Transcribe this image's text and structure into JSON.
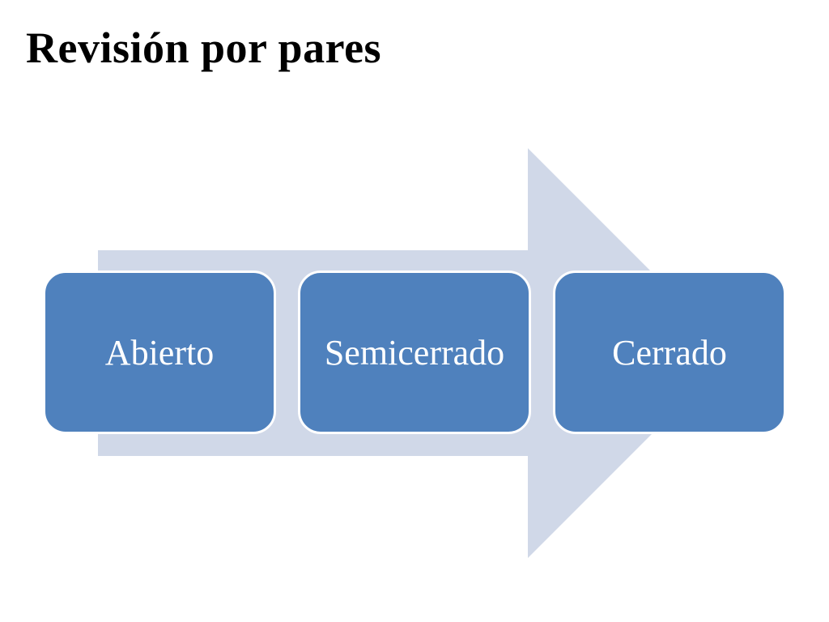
{
  "slide": {
    "title": "Revisión por pares"
  },
  "process": {
    "steps": [
      {
        "label": "Abierto"
      },
      {
        "label": "Semicerrado"
      },
      {
        "label": "Cerrado"
      }
    ]
  },
  "colors": {
    "box_fill": "#4f81bd",
    "box_border": "#ffffff",
    "arrow_fill": "#d0d8e8",
    "title_text": "#000000",
    "box_text": "#ffffff"
  }
}
